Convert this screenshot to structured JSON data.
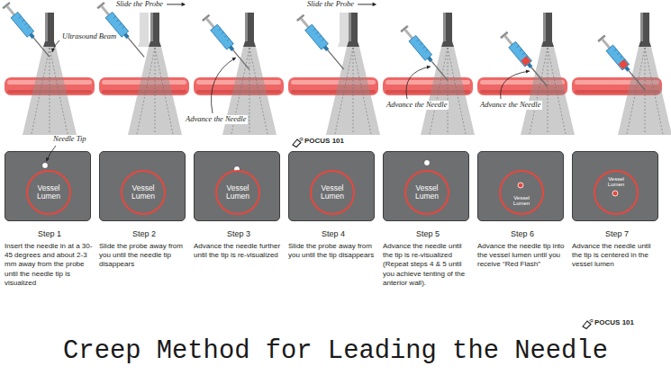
{
  "diagram": {
    "title": "Creep Method for Leading the Needle",
    "nodes": [
      {
        "text": [
          "Step 1",
          "Insert the needle in at a 30-45 degrees and about 2-3 mm away from the probe until the needle tip is visualized"
        ]
      },
      {
        "text": [
          "Vessel Lumen"
        ],
        "in": 0
      },
      {
        "text": [
          "Step 2",
          "Slide the probe away from you until the needle tip disappears"
        ]
      },
      {
        "text": [
          "Vessel Lumen"
        ],
        "in": 2
      },
      {
        "text": [
          "Step 3",
          "Advance the needle further until the tip is re-visualized"
        ]
      },
      {
        "text": [
          "Vessel Lumen"
        ],
        "in": 4
      },
      {
        "text": [
          "Step 4",
          "Slide the probe away from you until the tip disappears"
        ]
      },
      {
        "text": [
          "Vessel Lumen"
        ],
        "in": 6
      },
      {
        "text": [
          "Step 5",
          "Advance the needle until the tip is re-visualized (Repeat steps 4 & 5 until you achieve tenting of the anterior wall)."
        ]
      },
      {
        "text": [
          "Vessel Lumen"
        ],
        "in": 8
      },
      {
        "text": [
          "Step 6",
          "Advance the needle tip into the vessel lumen until you receive “Red Flash”"
        ]
      },
      {
        "text": [
          "Vessel Lumen"
        ],
        "in": 10
      },
      {
        "text": [
          "Step 7",
          "Advance the needle until the tip is centered in the vessel lumen"
        ]
      },
      {
        "text": [
          "Vessel Lumen"
        ],
        "in": 12
      }
    ],
    "labels": [
      "Slide the Probe",
      "Slide the Probe",
      "Ultrasound Beam",
      "Needle Tip",
      "Advance the Needle",
      "Advance the Needle",
      "Advance the Needle",
      "POCUS 101",
      "POCUS 101"
    ]
  }
}
